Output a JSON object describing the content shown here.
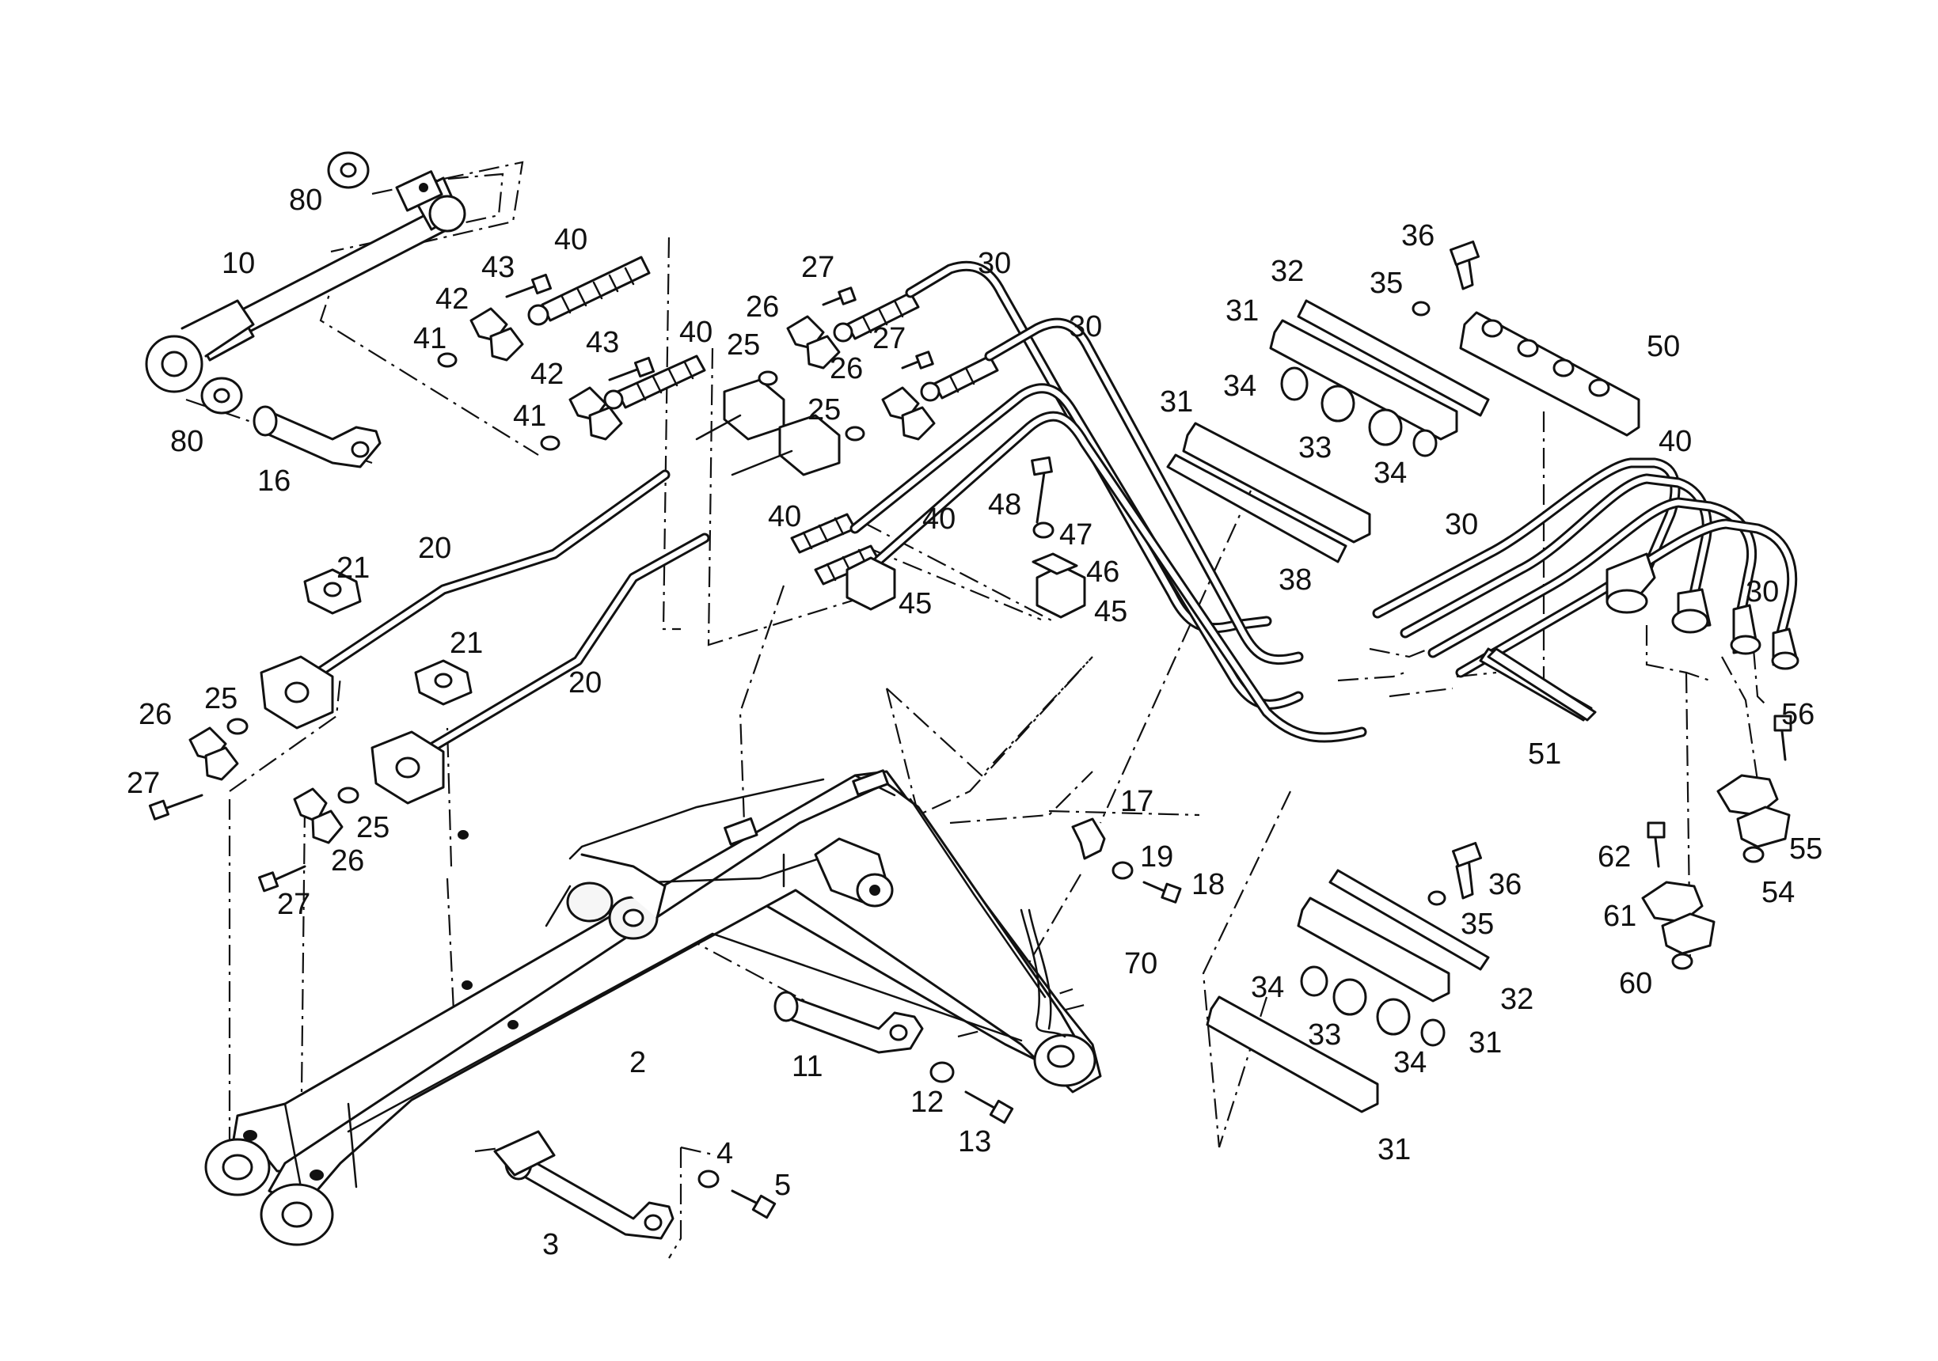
{
  "callouts": [
    {
      "id": "c-80a",
      "text": "80"
    },
    {
      "id": "c-10",
      "text": "10"
    },
    {
      "id": "c-80b",
      "text": "80"
    },
    {
      "id": "c-16",
      "text": "16"
    },
    {
      "id": "c-40a",
      "text": "40"
    },
    {
      "id": "c-43a",
      "text": "43"
    },
    {
      "id": "c-42a",
      "text": "42"
    },
    {
      "id": "c-41a",
      "text": "41"
    },
    {
      "id": "c-43b",
      "text": "43"
    },
    {
      "id": "c-40b",
      "text": "40"
    },
    {
      "id": "c-42b",
      "text": "42"
    },
    {
      "id": "c-41b",
      "text": "41"
    },
    {
      "id": "c-27a",
      "text": "27"
    },
    {
      "id": "c-26a",
      "text": "26"
    },
    {
      "id": "c-25a",
      "text": "25"
    },
    {
      "id": "c-27b",
      "text": "27"
    },
    {
      "id": "c-26b",
      "text": "26"
    },
    {
      "id": "c-25b",
      "text": "25"
    },
    {
      "id": "c-30a",
      "text": "30"
    },
    {
      "id": "c-30b",
      "text": "30"
    },
    {
      "id": "c-40c",
      "text": "40"
    },
    {
      "id": "c-40d",
      "text": "40"
    },
    {
      "id": "c-48",
      "text": "48"
    },
    {
      "id": "c-47",
      "text": "47"
    },
    {
      "id": "c-46",
      "text": "46"
    },
    {
      "id": "c-45a",
      "text": "45"
    },
    {
      "id": "c-45b",
      "text": "45"
    },
    {
      "id": "c-20a",
      "text": "20"
    },
    {
      "id": "c-20b",
      "text": "20"
    },
    {
      "id": "c-21a",
      "text": "21"
    },
    {
      "id": "c-21b",
      "text": "21"
    },
    {
      "id": "c-26c",
      "text": "26"
    },
    {
      "id": "c-25c",
      "text": "25"
    },
    {
      "id": "c-27c",
      "text": "27"
    },
    {
      "id": "c-25d",
      "text": "25"
    },
    {
      "id": "c-26d",
      "text": "26"
    },
    {
      "id": "c-27d",
      "text": "27"
    },
    {
      "id": "c-36a",
      "text": "36"
    },
    {
      "id": "c-32a",
      "text": "32"
    },
    {
      "id": "c-35a",
      "text": "35"
    },
    {
      "id": "c-31a",
      "text": "31"
    },
    {
      "id": "c-50",
      "text": "50"
    },
    {
      "id": "c-34a",
      "text": "34"
    },
    {
      "id": "c-31b",
      "text": "31"
    },
    {
      "id": "c-33a",
      "text": "33"
    },
    {
      "id": "c-34b",
      "text": "34"
    },
    {
      "id": "c-38",
      "text": "38"
    },
    {
      "id": "c-30c",
      "text": "30"
    },
    {
      "id": "c-40e",
      "text": "40"
    },
    {
      "id": "c-30d",
      "text": "30"
    },
    {
      "id": "c-51",
      "text": "51"
    },
    {
      "id": "c-56",
      "text": "56"
    },
    {
      "id": "c-55",
      "text": "55"
    },
    {
      "id": "c-54",
      "text": "54"
    },
    {
      "id": "c-62",
      "text": "62"
    },
    {
      "id": "c-61",
      "text": "61"
    },
    {
      "id": "c-60",
      "text": "60"
    },
    {
      "id": "c-17",
      "text": "17"
    },
    {
      "id": "c-19",
      "text": "19"
    },
    {
      "id": "c-18",
      "text": "18"
    },
    {
      "id": "c-70",
      "text": "70"
    },
    {
      "id": "c-36b",
      "text": "36"
    },
    {
      "id": "c-35b",
      "text": "35"
    },
    {
      "id": "c-32b",
      "text": "32"
    },
    {
      "id": "c-31c",
      "text": "31"
    },
    {
      "id": "c-34c",
      "text": "34"
    },
    {
      "id": "c-33b",
      "text": "33"
    },
    {
      "id": "c-34d",
      "text": "34"
    },
    {
      "id": "c-31d",
      "text": "31"
    },
    {
      "id": "c-2",
      "text": "2"
    },
    {
      "id": "c-11",
      "text": "11"
    },
    {
      "id": "c-12",
      "text": "12"
    },
    {
      "id": "c-13",
      "text": "13"
    },
    {
      "id": "c-4",
      "text": "4"
    },
    {
      "id": "c-5",
      "text": "5"
    },
    {
      "id": "c-3",
      "text": "3"
    }
  ]
}
